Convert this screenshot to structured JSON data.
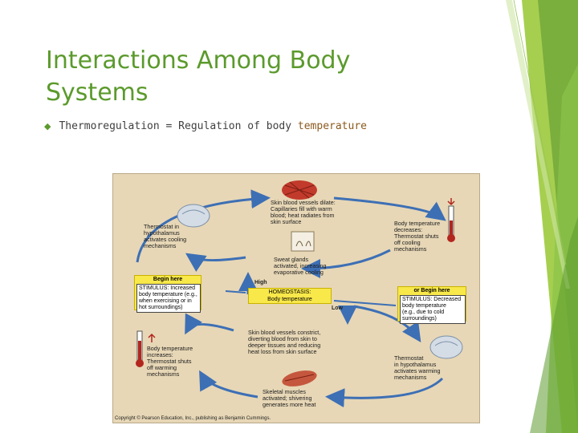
{
  "slide": {
    "title": "Interactions Among Body Systems",
    "bullet": {
      "term": "Thermoregulation",
      "middle": " = Regulation of body ",
      "keyword": "temperature"
    }
  },
  "diagram": {
    "top_center": "Skin blood vessels dilate:\nCapillaries fill with warm\nblood; heat radiates from\nskin surface",
    "left_upper": "Thermostat in\nhypothalamus\nactivates cooling\nmechanisms",
    "right_upper": "Body temperature\ndecreases:\nThermostat shuts\noff cooling\nmechanisms",
    "center_upper": "Sweat glands\nactivated, increasing\nevaporative cooling",
    "begin_left": "Begin here",
    "stim_left": "STIMULUS: Increased\nbody temperature (e.g.,\nwhen exercising or in\nhot surroundings)",
    "high": "High",
    "homeostasis": "HOMEOSTASIS:\nBody temperature",
    "low": "Low",
    "begin_right": "or Begin here",
    "stim_right": "STIMULUS: Decreased\nbody temperature\n(e.g., due to cold\nsurroundings)",
    "center_lower": "Skin blood vessels constrict,\ndiverting blood from skin to\ndeeper tissues and reducing\nheat loss from skin surface",
    "left_lower": "Body temperature\nincreases:\nThermostat shuts\noff warming\nmechanisms",
    "right_lower": "Thermostat\nin hypothalamus\nactivates warming\nmechanisms",
    "bottom_center": "Skeletal muscles\nactivated; shivering\ngenerates more heat",
    "copyright": "Copyright © Pearson Education, Inc., publishing as Benjamin Cummings."
  },
  "colors": {
    "title_green": "#5b9a2c",
    "keyword_brown": "#8b5a1e",
    "diagram_bg": "#e7d7b6",
    "label_yellow": "#f8e84a",
    "arrow_blue": "#3d6fb5"
  }
}
